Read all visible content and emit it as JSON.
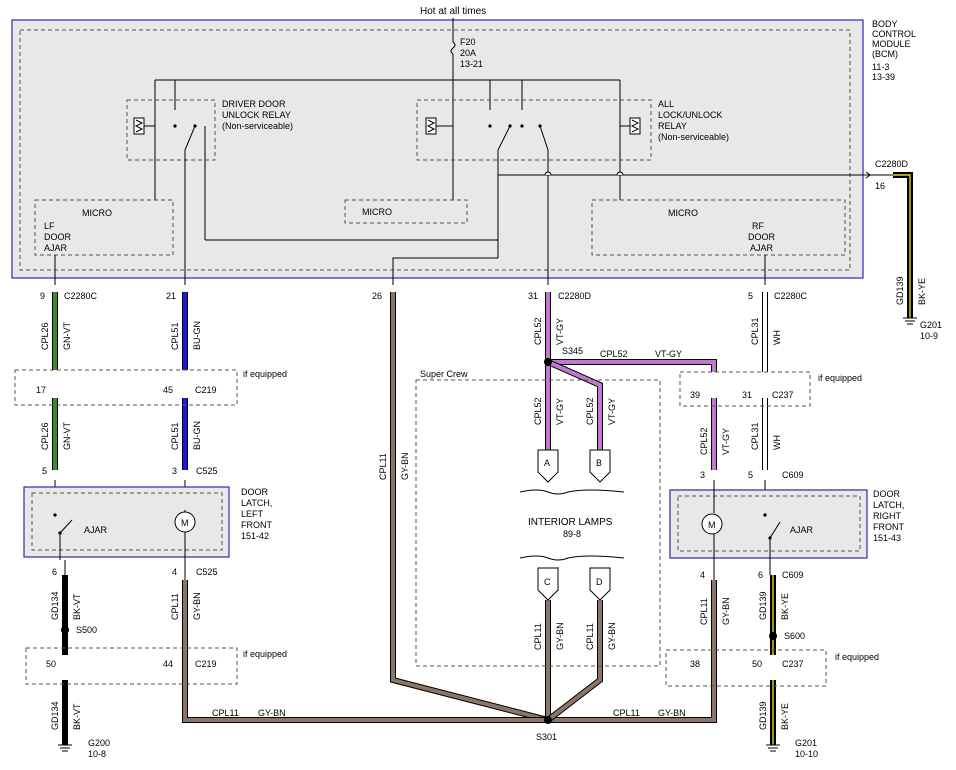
{
  "power": {
    "hot_label": "Hot at all times",
    "fuse": [
      "F20",
      "20A",
      "13-21"
    ]
  },
  "bcm": [
    "BODY",
    "CONTROL",
    "MODULE",
    "(BCM)",
    "11-3",
    "13-39"
  ],
  "relays": {
    "driver": [
      "DRIVER DOOR",
      "UNLOCK RELAY",
      "(Non-serviceable)"
    ],
    "all": [
      "ALL",
      "LOCK/UNLOCK",
      "RELAY",
      "(Non-serviceable)"
    ]
  },
  "micros": {
    "lf": [
      "MICRO",
      "LF",
      "DOOR",
      "AJAR"
    ],
    "center": "MICRO",
    "rf": [
      "MICRO",
      "RF",
      "DOOR",
      "AJAR"
    ]
  },
  "pins": {
    "p9": "9",
    "c2280c_a": "C2280C",
    "p21": "21",
    "p26": "26",
    "p31": "31",
    "c2280d_a": "C2280D",
    "p5a": "5",
    "c2280c_b": "C2280C",
    "c2280d_top": "C2280D",
    "p16": "16",
    "p17": "17",
    "p45": "45",
    "c219_a": "C219",
    "p5b": "5",
    "p3a": "3",
    "c525_a": "C525",
    "p6a": "6",
    "p4a": "4",
    "c525_b": "C525",
    "p50a": "50",
    "p44": "44",
    "c219_b": "C219",
    "p39": "39",
    "p31b": "31",
    "c237_a": "C237",
    "p3b": "3",
    "p5c": "5",
    "c609_a": "C609",
    "p4b": "4",
    "p6b": "6",
    "c609_b": "C609",
    "p38": "38",
    "p50b": "50",
    "c237_b": "C237"
  },
  "if_equipped": "if equipped",
  "super_crew": "Super Crew",
  "splices": {
    "s345": "S345",
    "s500": "S500",
    "s600": "S600",
    "s301": "S301"
  },
  "wires": {
    "cpl26": "CPL26",
    "gn_vt": "GN-VT",
    "cpl51": "CPL51",
    "bu_gn": "BU-GN",
    "cpl11": "CPL11",
    "gy_bn": "GY-BN",
    "cpl52": "CPL52",
    "vt_gy": "VT-GY",
    "cpl31": "CPL31",
    "wh": "WH",
    "gd134": "GD134",
    "bk_vt": "BK-VT",
    "gd139": "GD139",
    "bk_ye": "BK-YE"
  },
  "latches": {
    "left": [
      "DOOR",
      "LATCH,",
      "LEFT",
      "FRONT",
      "151-42"
    ],
    "right": [
      "DOOR",
      "LATCH,",
      "RIGHT",
      "FRONT",
      "151-43"
    ],
    "ajar": "AJAR",
    "motor": "M"
  },
  "lamps": {
    "title": "INTERIOR LAMPS",
    "ref": "89-8",
    "a": "A",
    "b": "B",
    "c": "C",
    "d": "D"
  },
  "grounds": {
    "g200": [
      "G200",
      "10-8"
    ],
    "g201_bottom": [
      "G201",
      "10-10"
    ],
    "g201_top": [
      "G201",
      "10-9"
    ]
  },
  "colors": {
    "green": "#3d8a2e",
    "blue": "#1a1ad8",
    "violet": "#c277d0",
    "gray_brown": "#8c7469",
    "white": "#ffffff",
    "black": "#000000",
    "yellow": "#e8d21e",
    "module_blue": "#2a2ab0"
  }
}
